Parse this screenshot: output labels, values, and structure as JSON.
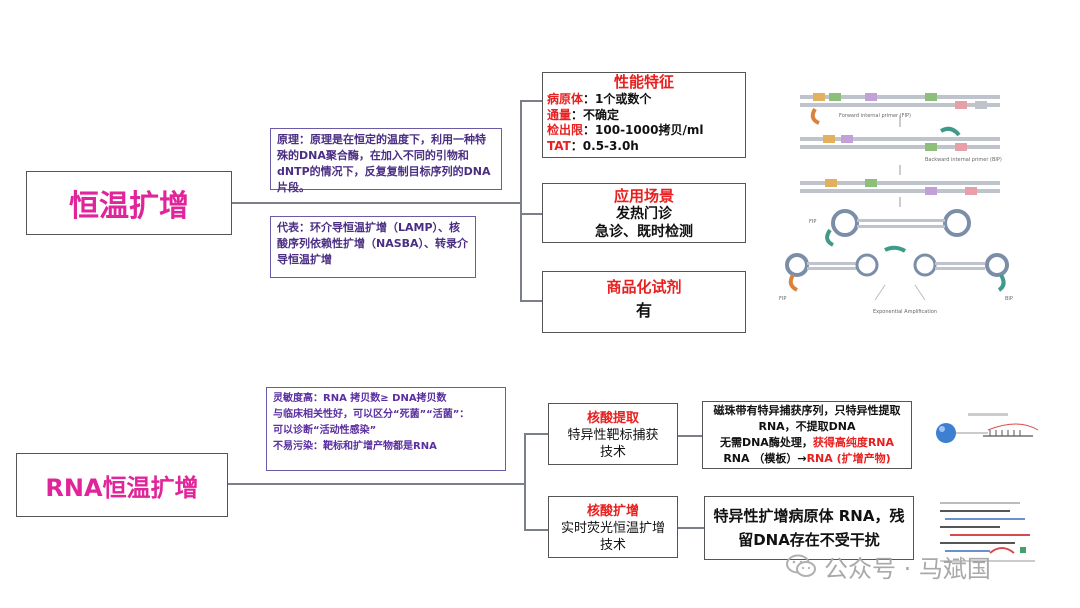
{
  "isothermal": {
    "title": "恒温扩增",
    "principle": "原理：原理是在恒定的温度下，利用一种特殊的DNA聚合酶，在加入不同的引物和dNTP的情况下，反复复制目标序列的DNA片段。",
    "representative": "代表：环介导恒温扩增（LAMP）、核酸序列依赖性扩增（NASBA）、转录介导恒温扩增",
    "performance": {
      "title": "性能特征",
      "rows": [
        {
          "label": "病原体",
          "value": "：1个或数个"
        },
        {
          "label": "通量",
          "value": "：不确定"
        },
        {
          "label": "检出限",
          "value": "：100-1000拷贝/ml"
        },
        {
          "label": "TAT",
          "value": "：0.5-3.0h"
        }
      ]
    },
    "application": {
      "title": "应用场景",
      "line1": "发热门诊",
      "line2": "急诊、既时检测"
    },
    "commercial": {
      "title": "商品化试剂",
      "value": "有"
    },
    "figure_labels": {
      "fip": "Forward internal primer (FIP)",
      "bip": "Backward internal primer (BIP)",
      "exp": "Exponential Amplification",
      "fip_short": "FIP",
      "bip_short": "BIP"
    }
  },
  "rna": {
    "title": "RNA恒温扩增",
    "features": {
      "line1": "灵敏度高：RNA 拷贝数≥ DNA拷贝数",
      "line2": "与临床相关性好，可以区分“死菌”“活菌”：",
      "line3": "可以诊断“活动性感染”",
      "line4": "不易污染：靶标和扩增产物都是RNA"
    },
    "extraction": {
      "title": "核酸提取",
      "line1": "特异性靶标捕获",
      "line2": "技术"
    },
    "extraction_detail": {
      "line1": "磁珠带有特异捕获序列，只特异性提取",
      "line2": "RNA，不提取DNA",
      "line3a": "无需DNA酶处理，",
      "line3b": "获得高纯度RNA",
      "line4a": "RNA （模板）→",
      "line4b": "RNA (扩增产物)"
    },
    "amplification": {
      "title": "核酸扩增",
      "line1": "实时荧光恒温扩增",
      "line2": "技术"
    },
    "amplification_detail": {
      "line1": "特异性扩增病原体 RNA，残",
      "line2": "留DNA存在不受干扰"
    }
  },
  "watermark": {
    "text": "公众号 · 马斌国"
  },
  "colors": {
    "title_pink": "#e0259a",
    "red": "#e8201f",
    "purple": "#4b2e83",
    "line": "#7a7f8a"
  }
}
